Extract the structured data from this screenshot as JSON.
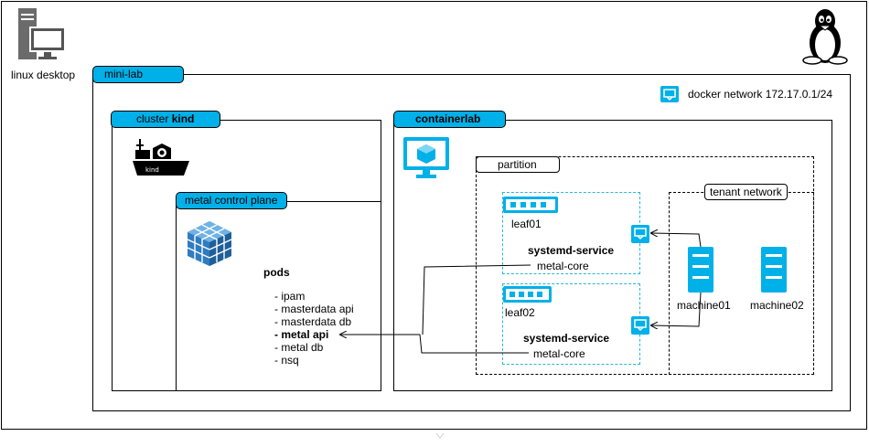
{
  "desktop": {
    "label": "linux desktop",
    "icon": "desktop-computer-icon"
  },
  "os": {
    "icon": "linux-penguin-icon"
  },
  "minilab": {
    "title": "mini-lab"
  },
  "docker": {
    "label": "docker network 172.17.0.1/24",
    "icon": "network-interface-icon"
  },
  "cluster": {
    "prefix": "cluster ",
    "name": "kind",
    "icon": "kind-ship-icon",
    "ship_text": "kind"
  },
  "control_plane": {
    "title": "metal control plane",
    "icon": "cubes-icon"
  },
  "pods": {
    "title": "pods",
    "items": [
      {
        "text": "- ipam",
        "bold": false
      },
      {
        "text": "- masterdata api",
        "bold": false
      },
      {
        "text": "- masterdata db",
        "bold": false
      },
      {
        "text": "- metal api",
        "bold": true
      },
      {
        "text": "- metal db",
        "bold": false
      },
      {
        "text": "- nsq",
        "bold": false
      }
    ]
  },
  "containerlab": {
    "title": "containerlab",
    "icon": "monitor-cube-icon"
  },
  "partition": {
    "title": "partition"
  },
  "tenant": {
    "title": "tenant network"
  },
  "leaf01": {
    "name": "leaf01",
    "service": "systemd-service",
    "core": "metal-core"
  },
  "leaf02": {
    "name": "leaf02",
    "service": "systemd-service",
    "core": "metal-core"
  },
  "machines": [
    {
      "name": "machine01"
    },
    {
      "name": "machine02"
    }
  ],
  "colors": {
    "accent": "#00b0e8",
    "icon": "#00b0e8",
    "dark": "#333333"
  }
}
